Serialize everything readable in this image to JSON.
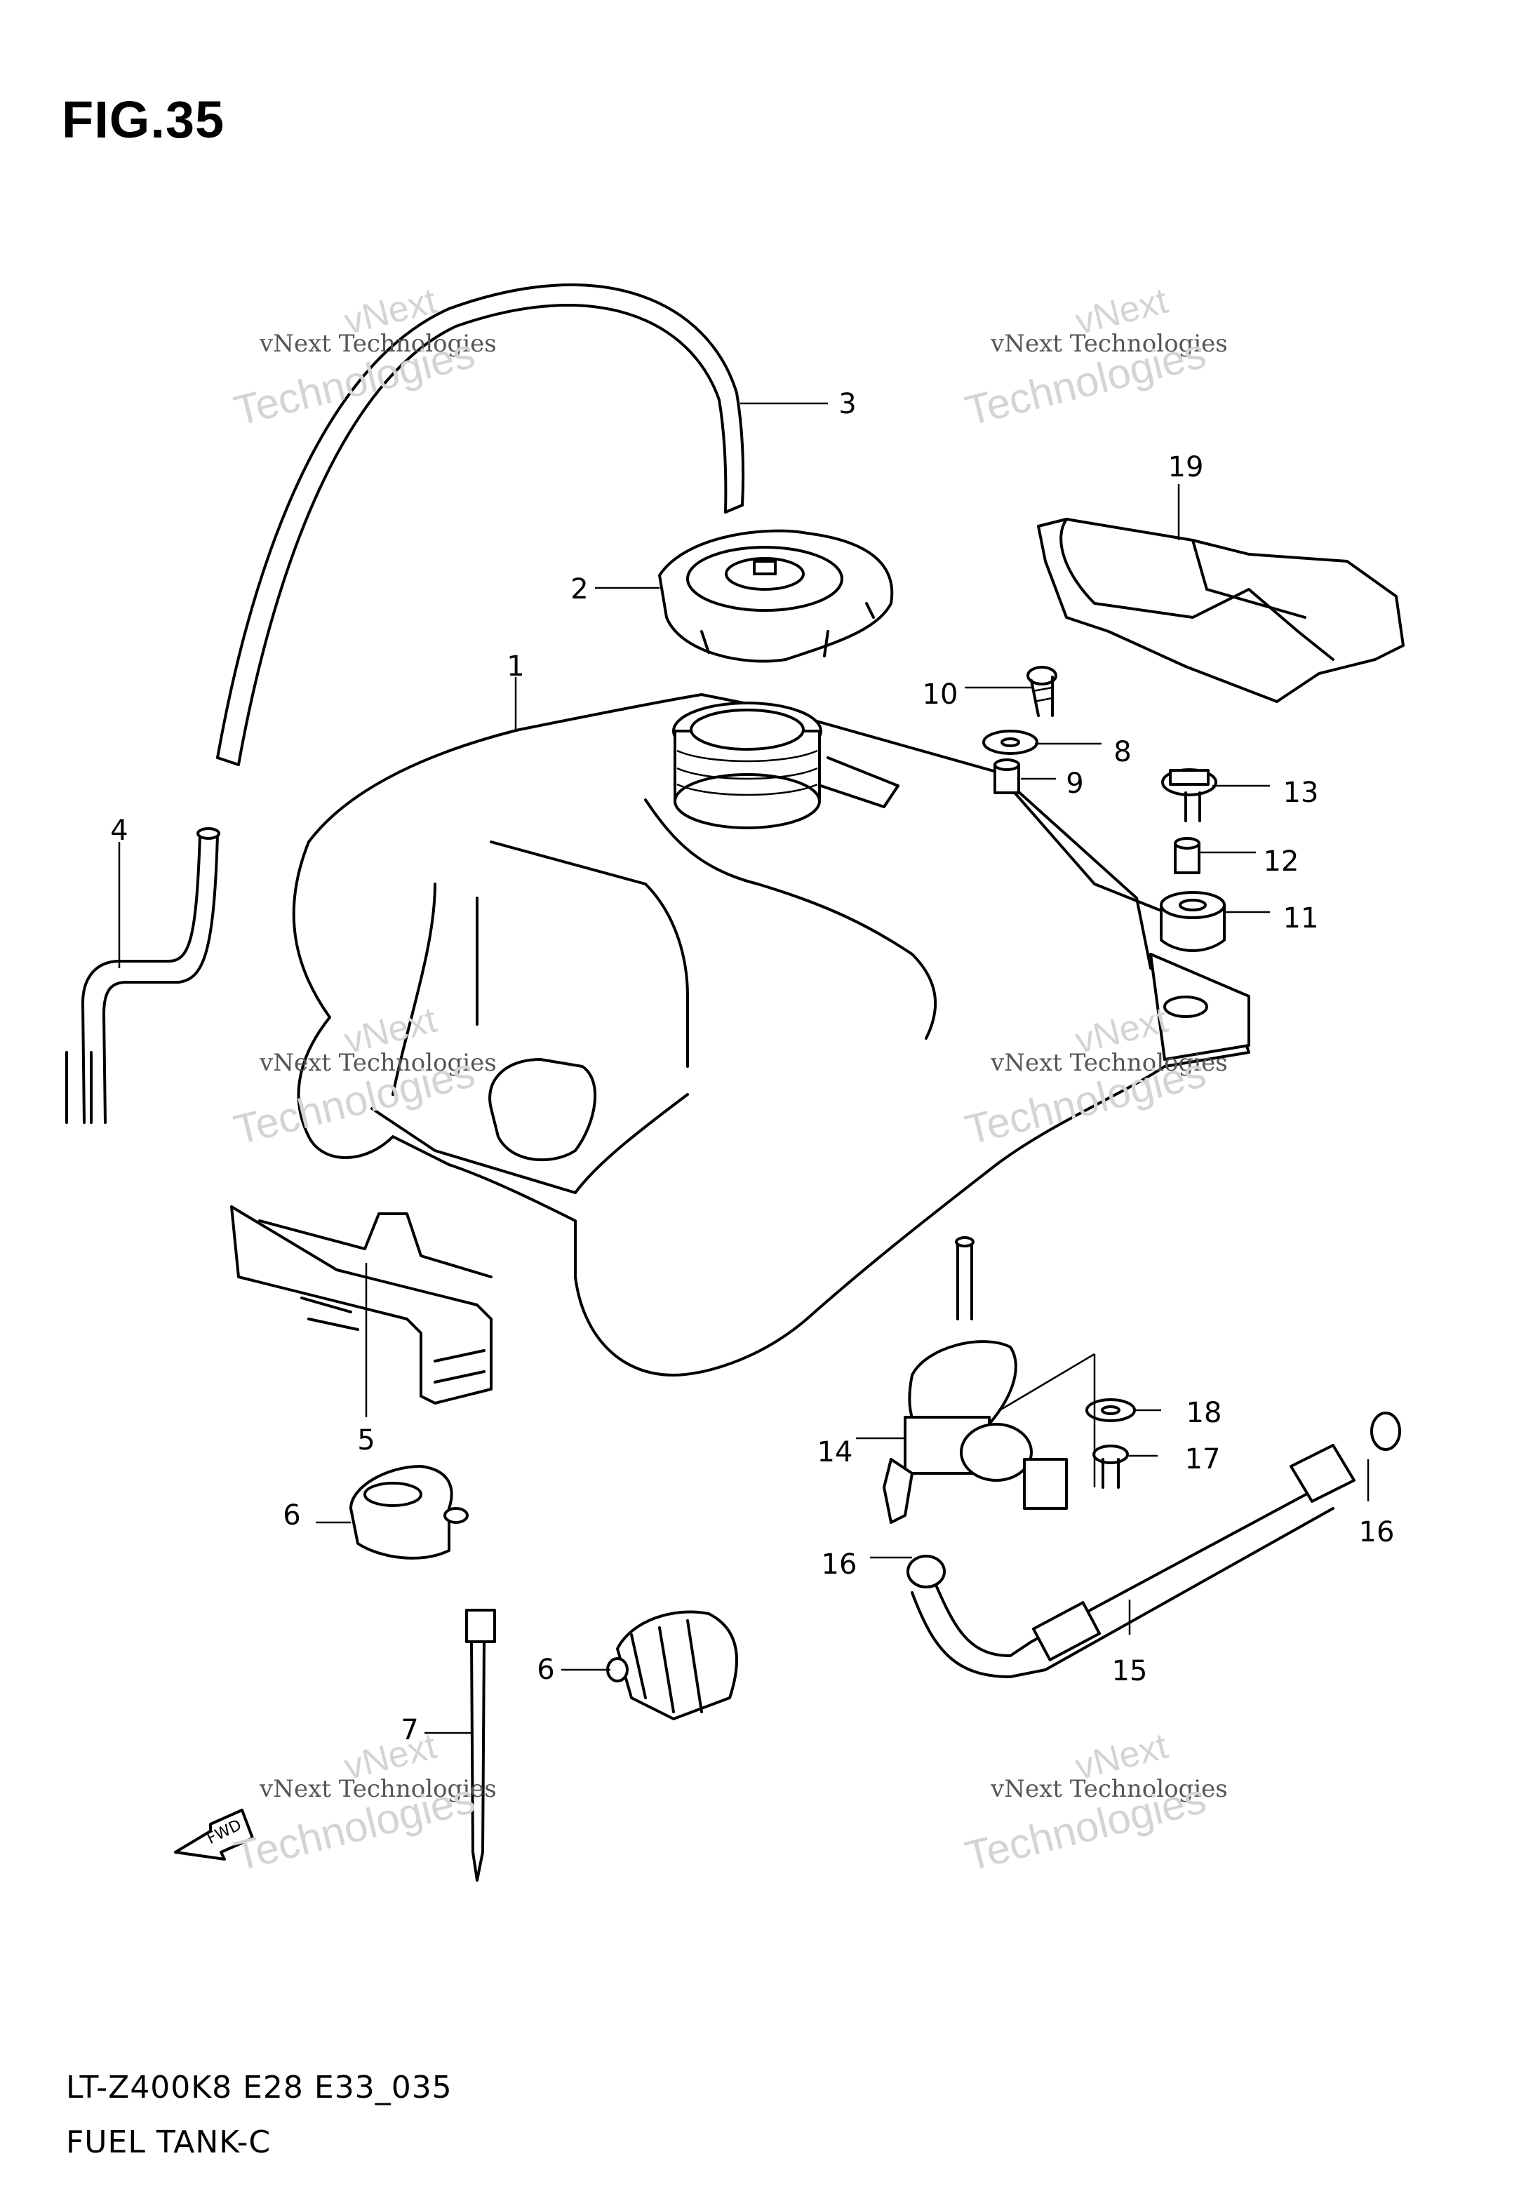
{
  "figure": {
    "title": "FIG.35",
    "model_code": "LT-Z400K8 E28 E33_035",
    "name": "FUEL TANK-C"
  },
  "watermark": {
    "line1": "vNext Technologies",
    "line2": "vNext",
    "line3": "Technologies"
  },
  "callouts": [
    "1",
    "2",
    "3",
    "4",
    "5",
    "6",
    "6",
    "7",
    "8",
    "9",
    "10",
    "11",
    "12",
    "13",
    "14",
    "15",
    "16",
    "16",
    "17",
    "18",
    "19"
  ],
  "fwd_badge": "FWD"
}
